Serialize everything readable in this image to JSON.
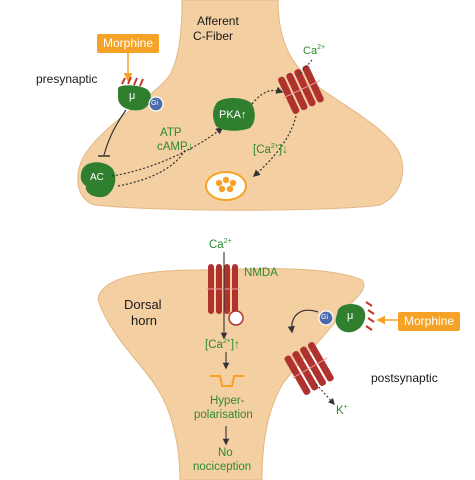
{
  "labels": {
    "afferent_line1": "Afferent",
    "afferent_line2": "C-Fiber",
    "presynaptic": "presynaptic",
    "postsynaptic": "postsynaptic",
    "dorsal_line1": "Dorsal",
    "dorsal_line2": "horn",
    "morphine_top": "Morphine",
    "morphine_bottom": "Morphine",
    "atp": "ATP",
    "camp": "cAMP↓",
    "pka": "PKA↑",
    "ac": "AC",
    "mu_top": "μ",
    "mu_bottom": "μ",
    "gi_top": "Gi",
    "gi_bottom": "Gi",
    "ca_top_base": "Ca",
    "ca_top_sup": "2+",
    "ca_pre_base": "[Ca",
    "ca_pre_sup": "2+",
    "ca_pre_tail": "]↓",
    "ca_mid_base": "Ca",
    "ca_mid_sup": "2+",
    "nmda": "NMDA",
    "ca_post_base": "[Ca",
    "ca_post_sup": "2+",
    "ca_post_tail": "]↑",
    "hyper_line1": "Hyper-",
    "hyper_line2": "polarisation",
    "no_line1": "No",
    "no_line2": "nociception",
    "k_base": "K",
    "k_sup": "+"
  },
  "colors": {
    "tissue": "#f3cfa2",
    "tissue_edge": "#e4b783",
    "morphine": "#f5a227",
    "receptor": "#2f7f2f",
    "gi": "#4b6aa8",
    "channel": "#b0322e",
    "label_green": "#2e8b2e",
    "arrow": "#333333"
  }
}
